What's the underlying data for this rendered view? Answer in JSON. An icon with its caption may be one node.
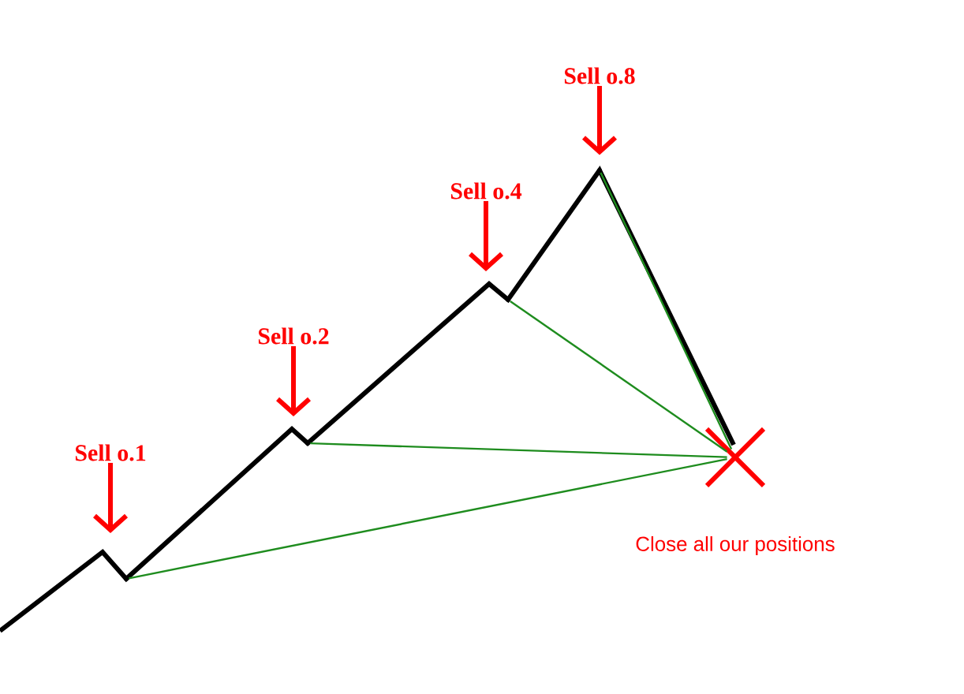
{
  "diagram": {
    "nodes": [
      {
        "text": [
          "Sell o.1"
        ]
      },
      {
        "text": [
          "Sell o.2"
        ]
      },
      {
        "text": [
          "Sell o.4"
        ]
      },
      {
        "text": [
          "Sell o.8"
        ]
      },
      {
        "text": [],
        "shape": "circle"
      },
      {
        "text": [],
        "shape": "circle"
      },
      {
        "text": [],
        "shape": "circle"
      },
      {
        "text": [],
        "shape": "circle"
      },
      {
        "text": [
          "Close all our positions"
        ]
      }
    ],
    "edges": [
      {
        "from": 0,
        "to": null,
        "arrow": "to",
        "style": "thick",
        "color": "#ff0000"
      },
      {
        "from": 1,
        "to": null,
        "arrow": "to",
        "style": "thick",
        "color": "#ff0000"
      },
      {
        "from": 2,
        "to": null,
        "arrow": "to",
        "style": "thick",
        "color": "#ff0000"
      },
      {
        "from": 3,
        "to": 7,
        "arrow": "to",
        "style": "thick",
        "color": "#ff0000"
      },
      {
        "from": 4,
        "to": 8,
        "arrow": "none",
        "color": "#1e8c1e"
      },
      {
        "from": 5,
        "to": 8,
        "arrow": "none",
        "color": "#1e8c1e"
      },
      {
        "from": 6,
        "to": 8,
        "arrow": "none",
        "color": "#1e8c1e"
      },
      {
        "from": 7,
        "to": 8,
        "arrow": "none",
        "color": "#1e8c1e"
      }
    ]
  }
}
